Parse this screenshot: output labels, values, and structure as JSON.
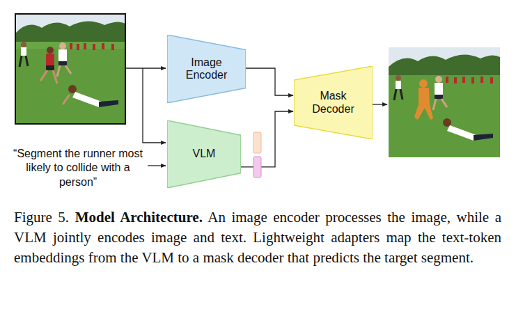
{
  "diagram": {
    "caption": "Figure 5. Model Architecture. An image encoder processes the image, while a VLM jointly encodes image and text. Lightweight adapters map the text-token embeddings from the VLM to a mask decoder that predicts the target segment.",
    "nodes": [
      {
        "text": [
          "Image Encoder"
        ]
      },
      {
        "text": [
          "VLM"
        ]
      },
      {
        "text": [
          "Mask Decoder"
        ]
      }
    ],
    "edges": [
      {
        "from": 0,
        "to": 2,
        "arrow": "to"
      },
      {
        "from": 1,
        "to": 2,
        "arrow": "to"
      }
    ],
    "labels": [
      "“Segment the runner most likely to collide with a person”"
    ]
  }
}
